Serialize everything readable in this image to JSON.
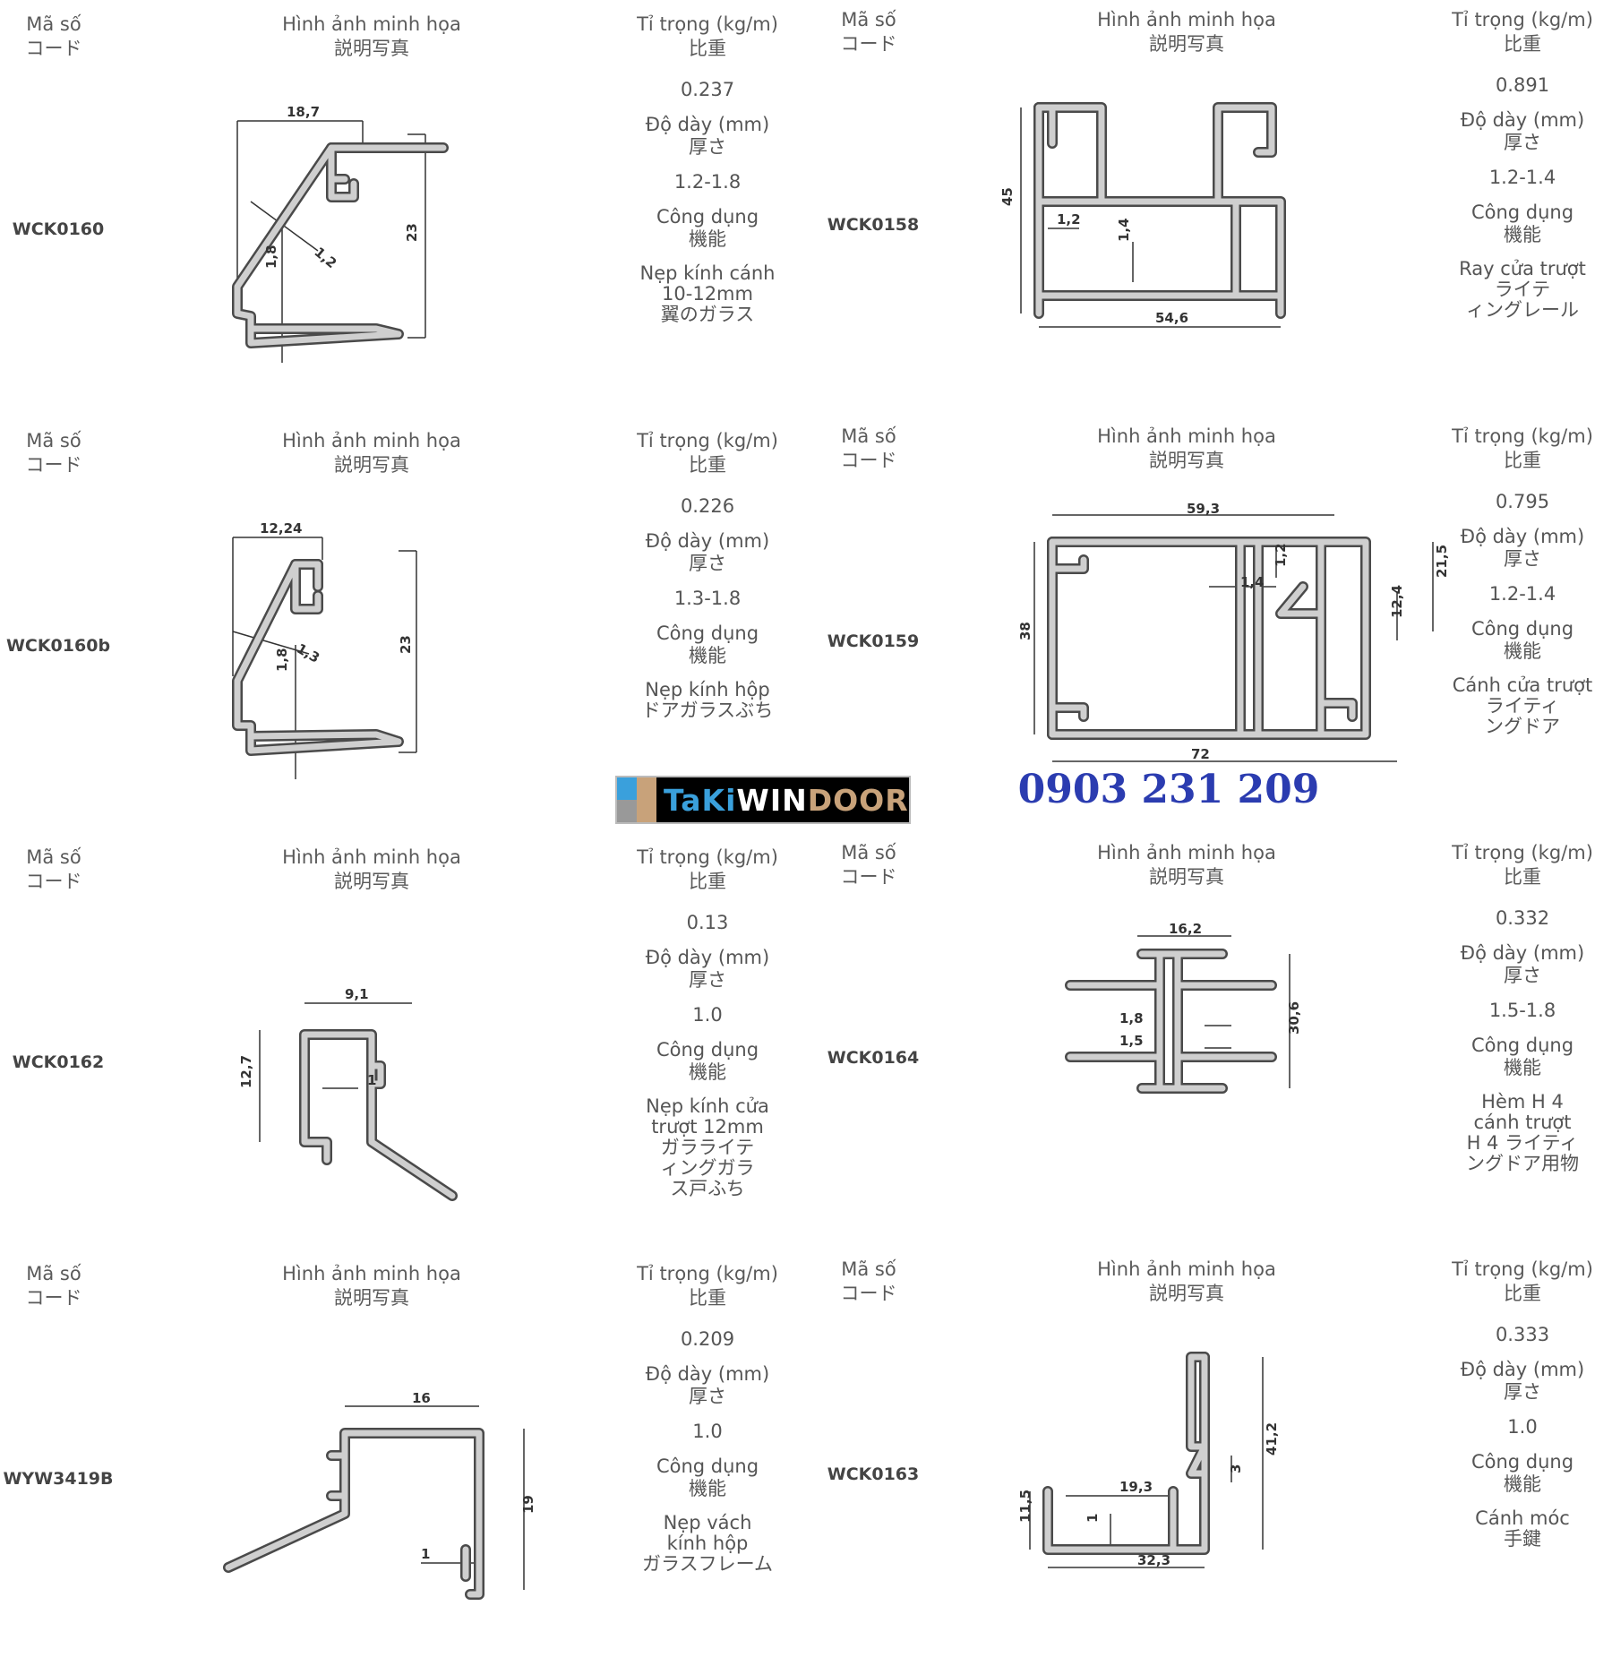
{
  "headers": {
    "code": [
      "Mã số",
      "コード"
    ],
    "image": [
      "Hình ảnh minh họa",
      "説明写真"
    ],
    "weight": [
      "Tỉ trọng (kg/m)",
      "比重"
    ],
    "thickness": [
      "Độ dày (mm)",
      "厚さ"
    ],
    "usage": [
      "Công dụng",
      "機能"
    ]
  },
  "products": [
    {
      "code": "WCK0160",
      "weight": "0.237",
      "thickness": "1.2-1.8",
      "usage": "Nẹp kính cánh\n10-12mm\n翼のガラス",
      "dims": [
        "18,7",
        "23",
        "1,2",
        "1,8"
      ]
    },
    {
      "code": "WCK0158",
      "weight": "0.891",
      "thickness": "1.2-1.4",
      "usage": "Ray cửa trượt\nライテ\nィングレール",
      "dims": [
        "45",
        "1,2",
        "1,4",
        "54,6"
      ]
    },
    {
      "code": "WCK0160b",
      "weight": "0.226",
      "thickness": "1.3-1.8",
      "usage": "Nẹp kính hộp\nドアガラスぶち",
      "dims": [
        "12,24",
        "23",
        "1,3",
        "1,8"
      ]
    },
    {
      "code": "WCK0159",
      "weight": "0.795",
      "thickness": "1.2-1.4",
      "usage": "Cánh cửa trượt\nライティ\nングドア",
      "dims": [
        "59,3",
        "38",
        "1,2",
        "1,4",
        "21,5",
        "12,4",
        "72"
      ]
    },
    {
      "code": "WCK0162",
      "weight": "0.13",
      "thickness": "1.0",
      "usage": "Nẹp kính cửa\ntrượt 12mm\nガラライテ\nィングガラ\nス戸ふち",
      "dims": [
        "9,1",
        "12,7",
        "1"
      ]
    },
    {
      "code": "WCK0164",
      "weight": "0.332",
      "thickness": "1.5-1.8",
      "usage": "Hèm H 4\ncánh trượt\nH 4 ライティ\nングドア用物",
      "dims": [
        "16,2",
        "1,8",
        "1,5",
        "30,6"
      ]
    },
    {
      "code": "WYW3419B",
      "weight": "0.209",
      "thickness": "1.0",
      "usage": "Nẹp vách\nkính hộp\nガラスフレーム",
      "dims": [
        "16",
        "19",
        "1"
      ]
    },
    {
      "code": "WCK0163",
      "weight": "0.333",
      "thickness": "1.0",
      "usage": "Cánh móc\n手鍵",
      "dims": [
        "3",
        "41,2",
        "19,3",
        "11,5",
        "1",
        "32,3"
      ]
    }
  ],
  "logo": {
    "text_a": "TaKi",
    "text_b": "WIN",
    "text_c": "DOOR",
    "colors": {
      "blue": "#3aa0dc",
      "tan": "#c8a27a",
      "white": "#ffffff"
    }
  },
  "phone": "0903 231 209",
  "colors": {
    "phone": "#2b3cb0",
    "profile_fill": "#cfcfcf",
    "profile_outline": "#4a4a4a"
  }
}
